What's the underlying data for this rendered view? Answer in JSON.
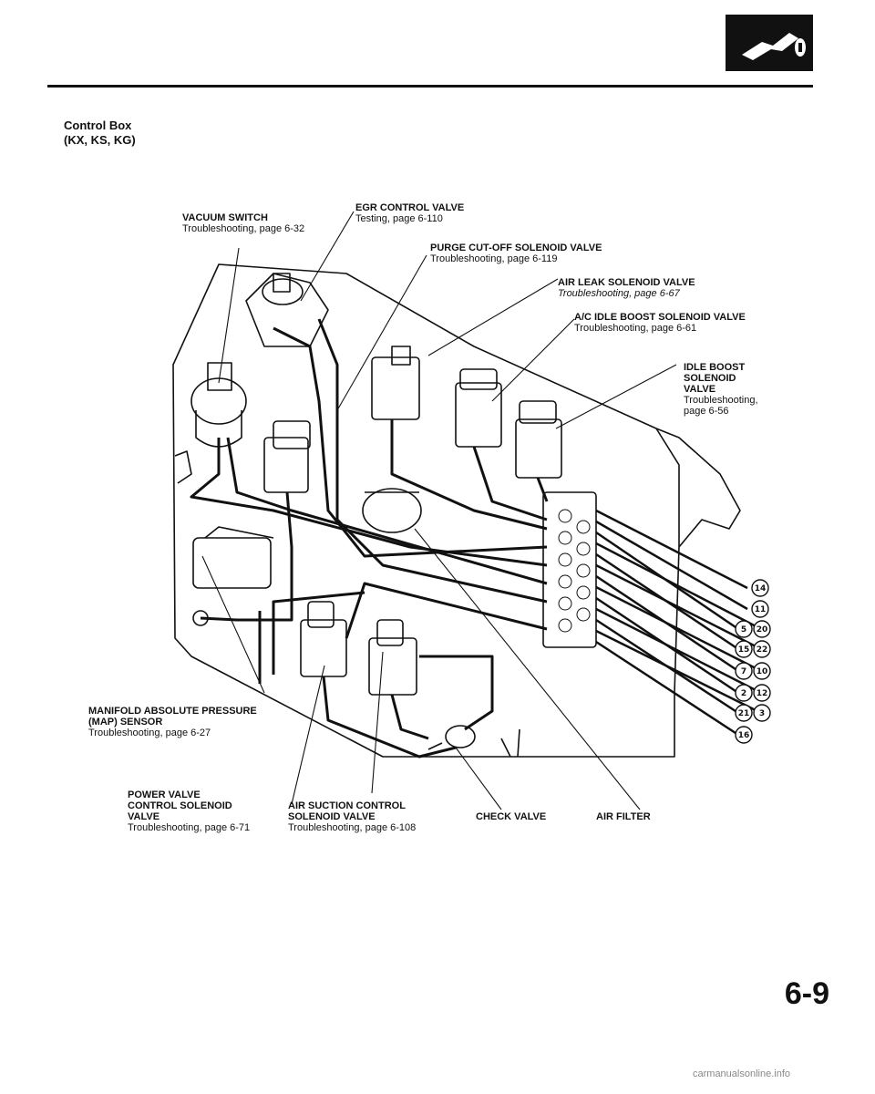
{
  "header": {
    "section_icon": "engine-emission-icon"
  },
  "section_title_lines": [
    "Control Box",
    "(KX, KS, KG)"
  ],
  "labels": {
    "egr": {
      "title": "EGR CONTROL VALVE",
      "sub": "Testing, page 6-110"
    },
    "vacuum_switch": {
      "title": "VACUUM SWITCH",
      "sub": "Troubleshooting, page 6-32"
    },
    "purge": {
      "title": "PURGE CUT-OFF SOLENOID VALVE",
      "sub": "Troubleshooting, page 6-119"
    },
    "air_leak": {
      "title": "AIR LEAK SOLENOID VALVE",
      "sub": "Troubleshooting, page 6-67"
    },
    "ac_idle": {
      "title": "A/C IDLE BOOST SOLENOID VALVE",
      "sub": "Troubleshooting, page 6-61"
    },
    "idle_boost": {
      "title_lines": [
        "IDLE BOOST",
        "SOLENOID",
        "VALVE"
      ],
      "sub_lines": [
        "Troubleshooting,",
        "page 6-56"
      ]
    },
    "map_sensor": {
      "title_lines": [
        "MANIFOLD ABSOLUTE PRESSURE",
        "(MAP) SENSOR"
      ],
      "sub": "Troubleshooting, page 6-27"
    },
    "power_valve": {
      "title_lines": [
        "POWER VALVE",
        "CONTROL SOLENOID",
        "VALVE"
      ],
      "sub": "Troubleshooting, page 6-71"
    },
    "air_suction": {
      "title_lines": [
        "AIR SUCTION CONTROL",
        "SOLENOID VALVE"
      ],
      "sub": "Troubleshooting, page 6-108"
    },
    "check_valve": {
      "title": "CHECK VALVE"
    },
    "air_filter": {
      "title": "AIR FILTER"
    }
  },
  "port_numbers": [
    "14",
    "11",
    "5",
    "20",
    "15",
    "22",
    "7",
    "10",
    "2",
    "12",
    "21",
    "3",
    "16"
  ],
  "page_number": "6-9",
  "footer": "carmanualsonline.info"
}
